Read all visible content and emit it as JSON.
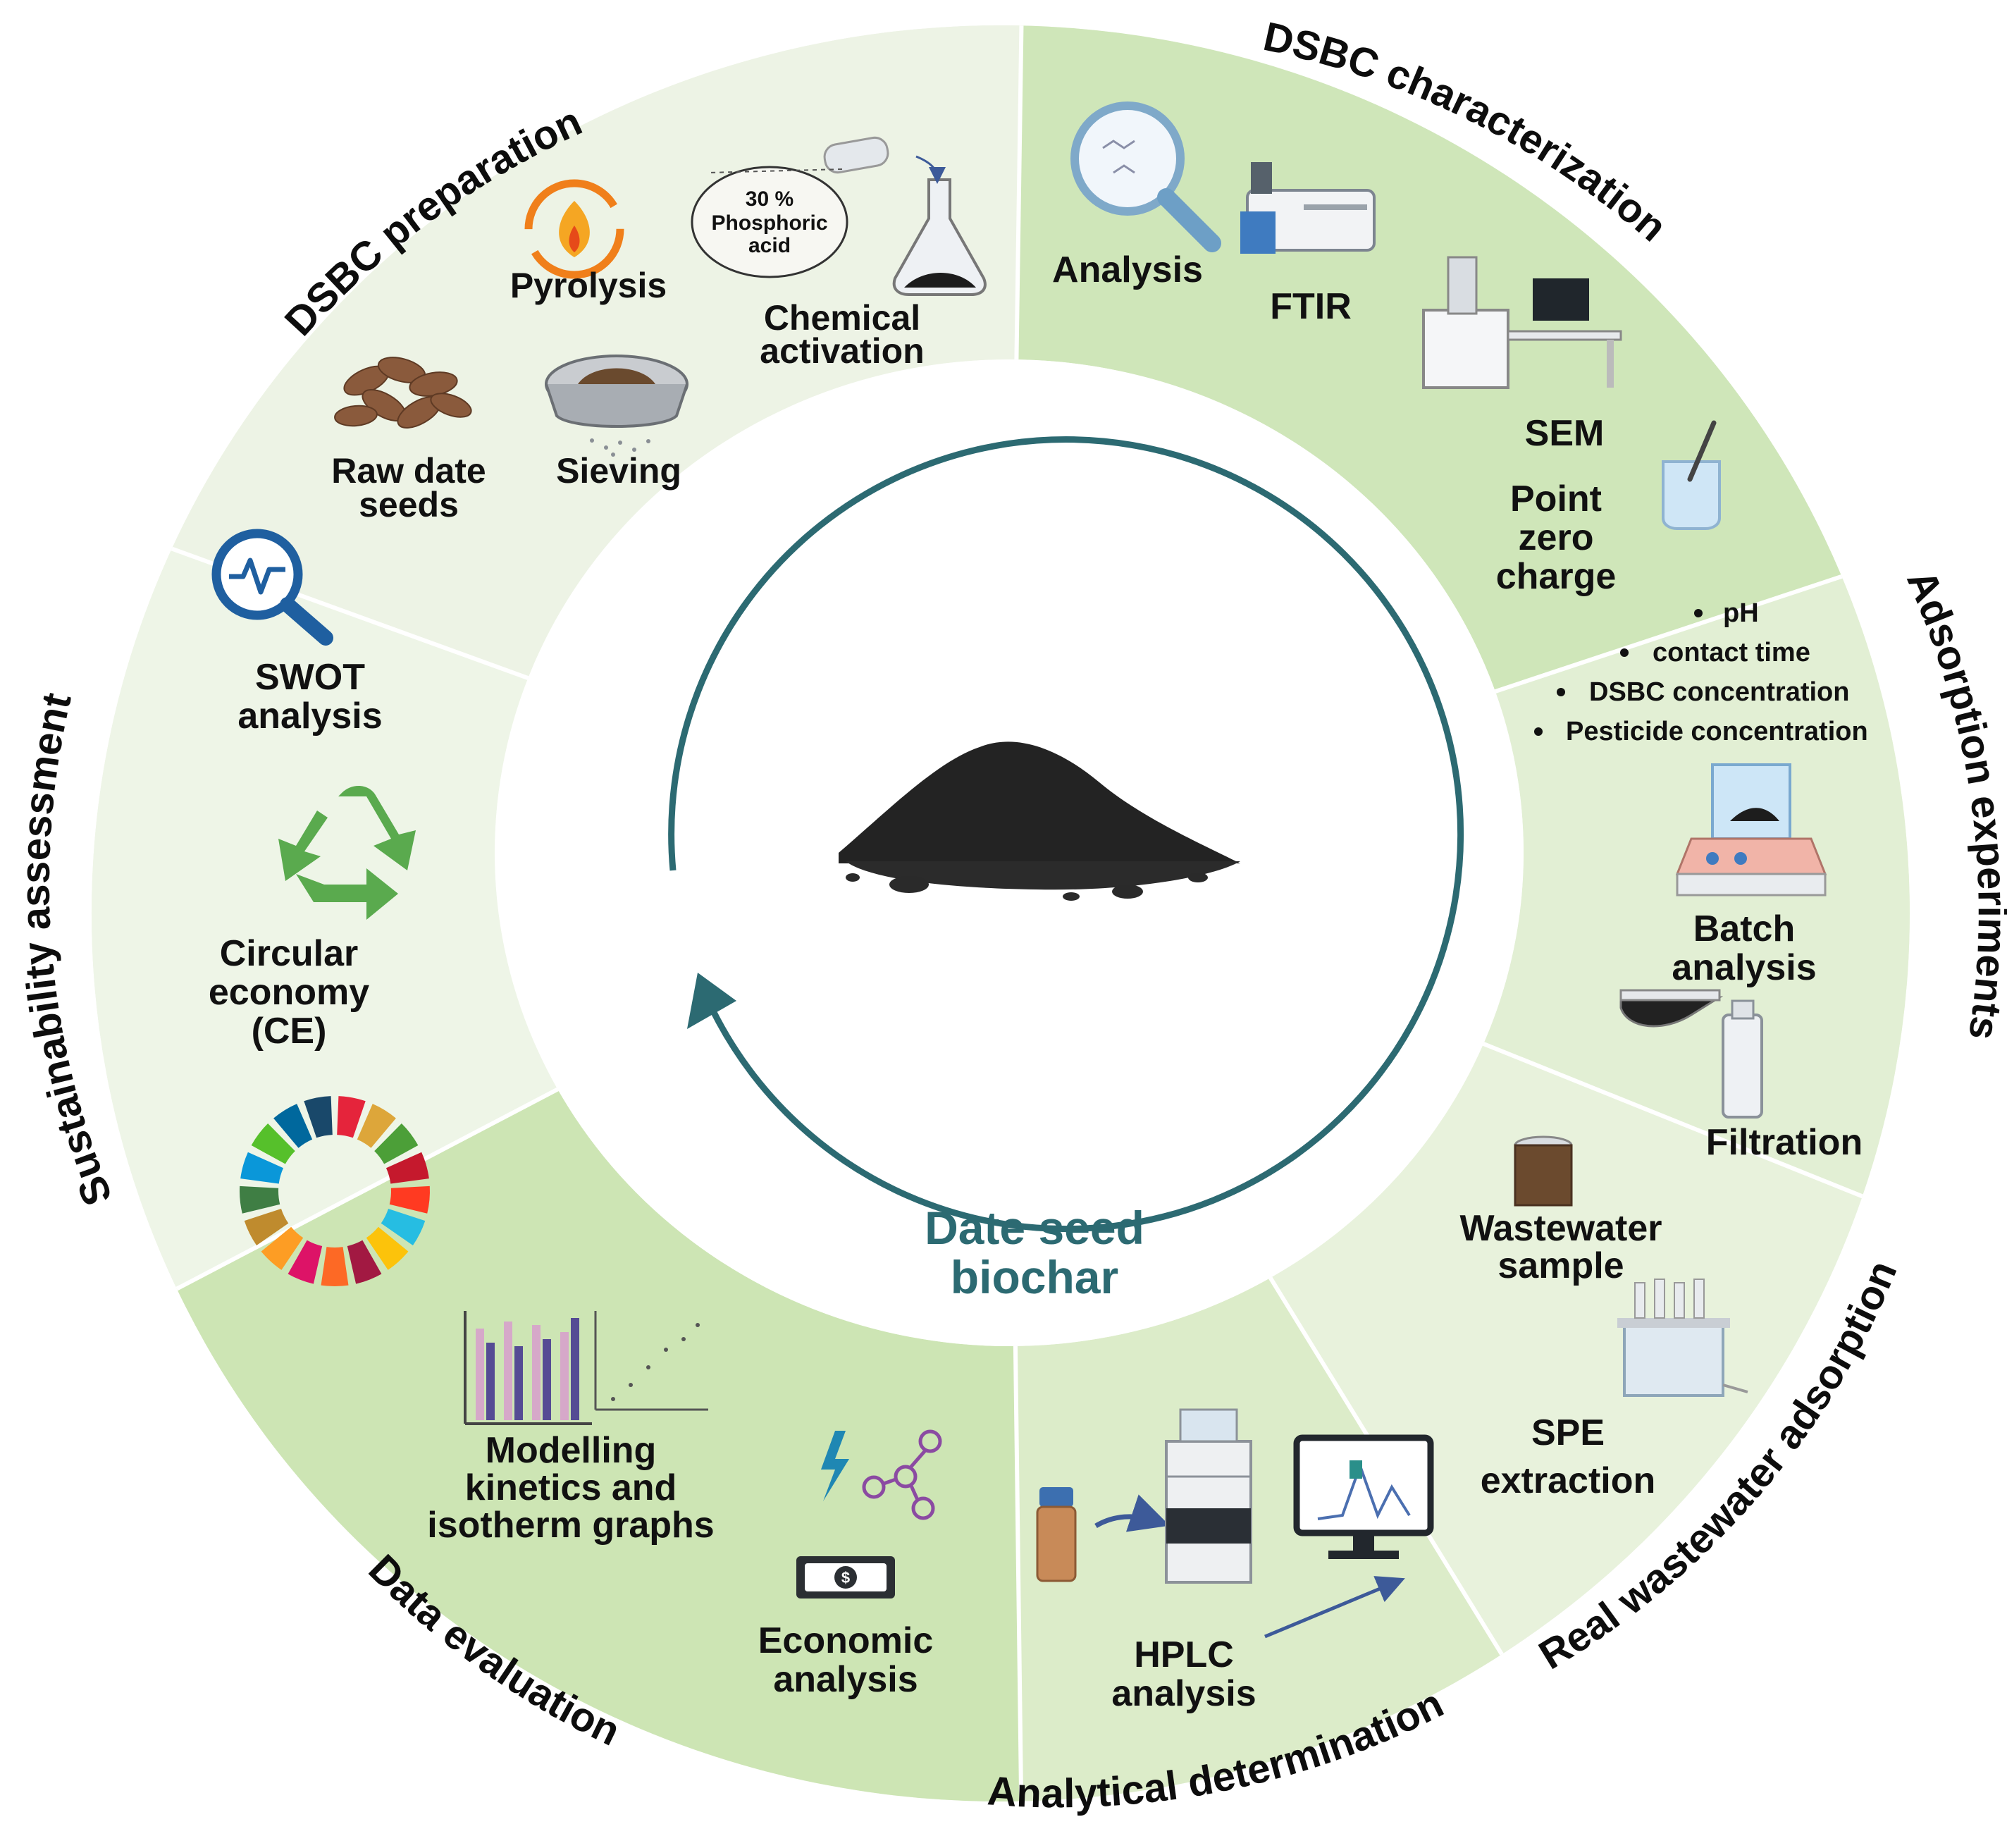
{
  "center": {
    "title_line1": "Date seed",
    "title_line2": "biochar"
  },
  "sections": {
    "preparation": {
      "title": "DSBC preparation",
      "items": {
        "pyrolysis": "Pyrolysis",
        "phosphoric_l1": "30 %",
        "phosphoric_l2": "Phosphoric",
        "phosphoric_l3": "acid",
        "chemical_l1": "Chemical",
        "chemical_l2": "activation",
        "raw_l1": "Raw date",
        "raw_l2": "seeds",
        "sieving": "Sieving"
      }
    },
    "characterization": {
      "title": "DSBC characterization",
      "items": {
        "analysis": "Analysis",
        "ftir": "FTIR",
        "sem": "SEM",
        "pzc_l1": "Point",
        "pzc_l2": "zero",
        "pzc_l3": "charge"
      }
    },
    "adsorption": {
      "title": "Adsorption experiments",
      "bullets": [
        "pH",
        "contact time",
        "DSBC concentration",
        "Pesticide concentration"
      ],
      "items": {
        "batch_l1": "Batch",
        "batch_l2": "analysis",
        "filtration": "Filtration"
      }
    },
    "real_wastewater": {
      "title": "Real wastewater adsorption",
      "items": {
        "ww_l1": "Wastewater",
        "ww_l2": "sample",
        "spe_l1": "SPE",
        "spe_l2": "extraction"
      }
    },
    "analytical": {
      "title": "Analytical determination",
      "items": {
        "hplc_l1": "HPLC",
        "hplc_l2": "analysis"
      }
    },
    "data_evaluation": {
      "title": "Data evaluation",
      "items": {
        "model_l1": "Modelling",
        "model_l2": "kinetics and",
        "model_l3": "isotherm graphs",
        "econ_l1": "Economic",
        "econ_l2": "analysis"
      }
    },
    "sustainability": {
      "title": "Sustainability assessment",
      "items": {
        "swot_l1": "SWOT",
        "swot_l2": "analysis",
        "ce_l1": "Circular",
        "ce_l2": "economy",
        "ce_l3": "(CE)"
      }
    }
  },
  "colors": {
    "ring_light": "#eef4e6",
    "ring_mid": "#d8ebca",
    "ring_strong": "#c2e0a8",
    "cycle_arrow": "#2c6a72",
    "center_text": "#2c6a72"
  },
  "icons": [
    "fire-icon",
    "flask-icon",
    "date-seeds-icon",
    "sieve-icon",
    "magnifier-icon",
    "ftir-icon",
    "sem-icon",
    "beaker-icon",
    "stirrer-icon",
    "filtration-icon",
    "wastewater-jar-icon",
    "spe-manifold-icon",
    "hplc-icon",
    "monitor-icon",
    "vial-icon",
    "molecule-icon",
    "lightning-icon",
    "money-icon",
    "bar-chart-icon",
    "scatter-plot-icon",
    "swot-magnifier-icon",
    "recycle-icon",
    "sdg-wheel-icon",
    "biochar-pile-icon"
  ]
}
